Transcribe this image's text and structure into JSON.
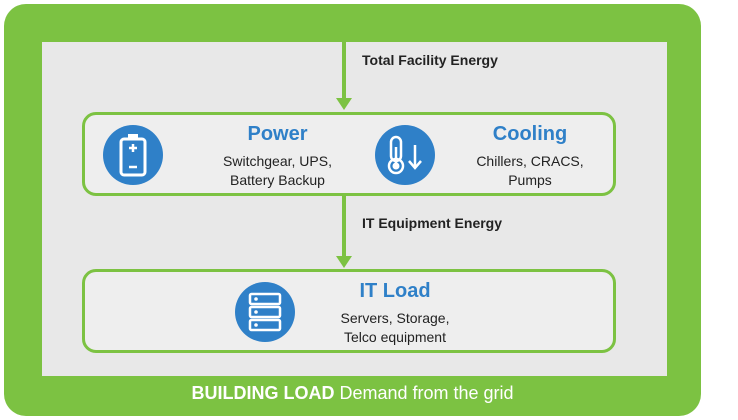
{
  "arrows": {
    "top_label": "Total Facility Energy",
    "middle_label": "IT Equipment Energy"
  },
  "power": {
    "title": "Power",
    "line1": "Switchgear, UPS,",
    "line2": "Battery Backup",
    "icon": "battery-icon"
  },
  "cooling": {
    "title": "Cooling",
    "line1": "Chillers, CRACS,",
    "line2": "Pumps",
    "icon": "thermometer-icon"
  },
  "it_load": {
    "title": "IT Load",
    "line1": "Servers, Storage,",
    "line2": "Telco equipment",
    "icon": "server-icon"
  },
  "footer": {
    "bold": "BUILDING LOAD",
    "rest": "Demand from the grid"
  },
  "colors": {
    "green": "#7cc242",
    "blue": "#2f80c8",
    "panel": "#e8e8e8"
  }
}
